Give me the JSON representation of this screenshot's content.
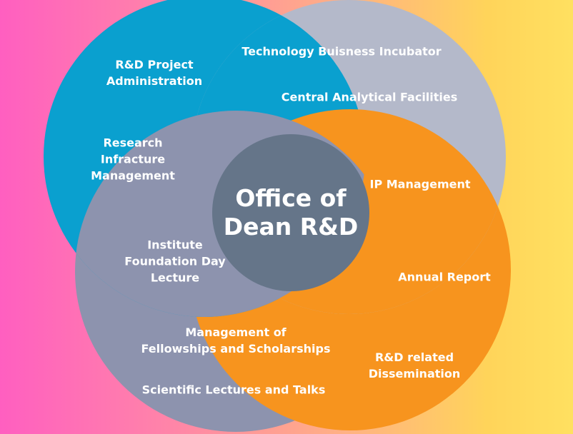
{
  "colors": {
    "blue": "#0aa0cf",
    "silver": "#b4b9ca",
    "orange": "#f7941e",
    "slate": "#8d93ae",
    "center": "#657589",
    "text": "#ffffff"
  },
  "center": {
    "title": "Office of\nDean R&D"
  },
  "circles": {
    "blue": {
      "items": [
        "R&D Project\nAdministration",
        "Research\nInfracture\nManagement",
        "Institute\nFoundation Day\nLecture"
      ]
    },
    "silver": {
      "items": [
        "Technology Buisness Incubator",
        "Central Analytical Facilities"
      ]
    },
    "orange": {
      "items": [
        "IP Management",
        "Annual Report",
        "R&D related\nDissemination"
      ]
    },
    "slate": {
      "items": [
        "Management of\nFellowships and Scholarships",
        "Scientific Lectures and Talks"
      ]
    }
  }
}
